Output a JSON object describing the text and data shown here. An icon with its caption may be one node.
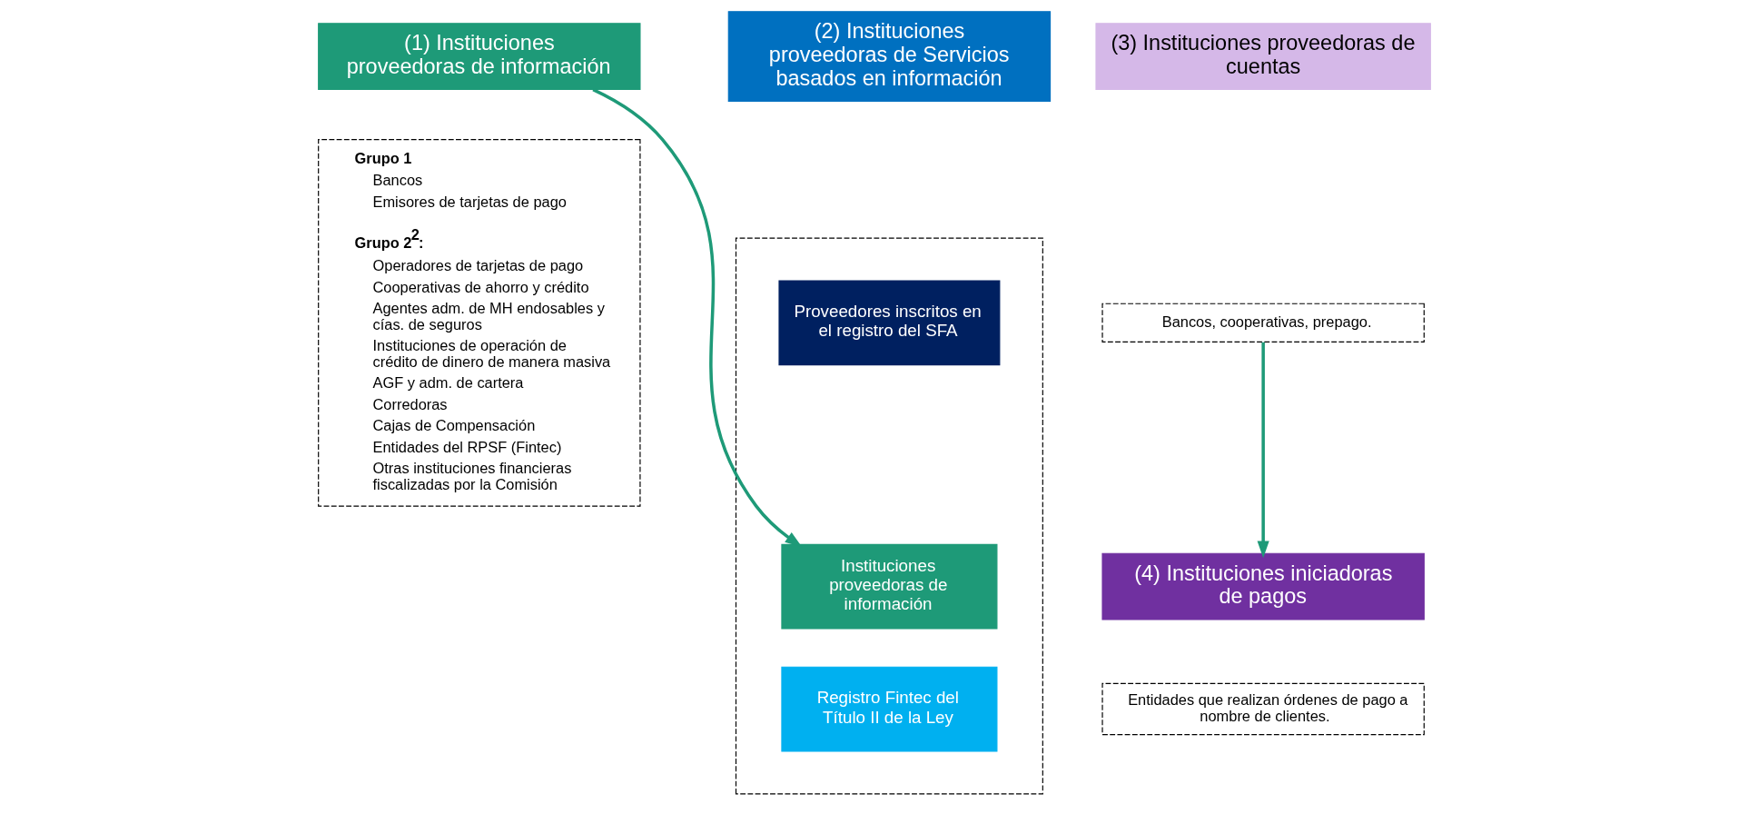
{
  "diagram": {
    "nodes": [
      {
        "text": [
          "(1) Instituciones proveedoras de información"
        ]
      },
      {
        "text": [
          "Grupo 1",
          "Bancos",
          "Emisores de tarjetas de pago",
          "Grupo 2$^{2}$:",
          "Operadores de tarjetas de pago",
          "Cooperativas de ahorro y crédito",
          "Agentes adm. de MH endosables y cías. de seguros",
          "Instituciones de operación de crédito de dinero de manera masiva",
          "AGF y adm. de cartera",
          "Corredoras",
          "Cajas de Compensación",
          "Entidades del RPSF (Fintec)",
          "Otras instituciones financieras fiscalizadas por la Comisión"
        ]
      },
      {
        "text": [
          "(2) Instituciones proveedoras de Servicios basados en información"
        ]
      },
      {
        "text": [],
        "shape": "box"
      },
      {
        "text": [
          "Proveedores inscritos en el registro del SFA"
        ],
        "in": 3
      },
      {
        "text": [
          "Instituciones proveedoras de información"
        ],
        "in": 3
      },
      {
        "text": [
          "Registro Fintec del Título II de la Ley"
        ],
        "in": 3
      },
      {
        "text": [
          "(3) Instituciones proveedoras de cuentas"
        ]
      },
      {
        "text": [
          "Bancos, cooperativas, prepago."
        ]
      },
      {
        "text": [
          "(4) Instituciones iniciadoras de pagos"
        ]
      },
      {
        "text": [
          "Entidades que realizan órdenes de pago a nombre de clientes."
        ]
      }
    ],
    "edges": [
      {
        "from": 0,
        "to": 5,
        "arrow": "to"
      },
      {
        "from": 8,
        "to": 9,
        "arrow": "to"
      }
    ]
  }
}
